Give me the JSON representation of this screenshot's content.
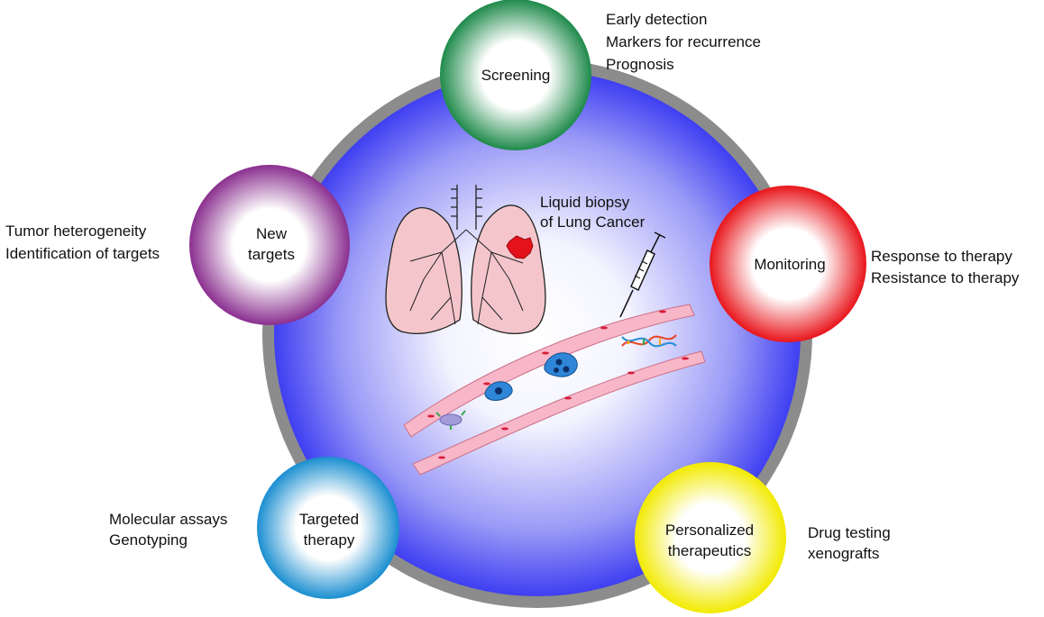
{
  "center": {
    "title_line1": "Liquid biopsy",
    "title_line2": "of Lung Cancer"
  },
  "nodes": {
    "screening": {
      "label": "Screening",
      "color": "#1e8a4a",
      "notes": [
        "Early detection",
        "Markers for recurrence",
        "Prognosis"
      ]
    },
    "monitoring": {
      "label": "Monitoring",
      "color": "#e8151b",
      "notes": [
        "Response to therapy",
        "Resistance to therapy"
      ]
    },
    "personalized": {
      "label_line1": "Personalized",
      "label_line2": "therapeutics",
      "color": "#f2ea00",
      "notes": [
        "Drug testing",
        "xenografts"
      ]
    },
    "targeted": {
      "label_line1": "Targeted",
      "label_line2": "therapy",
      "color": "#1a8ed0",
      "notes": [
        "Molecular assays",
        "Genotyping"
      ]
    },
    "new_targets": {
      "label_line1": "New",
      "label_line2": "targets",
      "color": "#8a2f8f",
      "notes": [
        "Tumor heterogeneity",
        "Identification of targets"
      ]
    }
  },
  "colors": {
    "ring": "#8c8c8c",
    "center_glow": "#3f3ff2",
    "lung_fill": "#f4c6cc",
    "vessel_fill": "#f7b7c8",
    "cell_blue": "#2f86d8"
  }
}
